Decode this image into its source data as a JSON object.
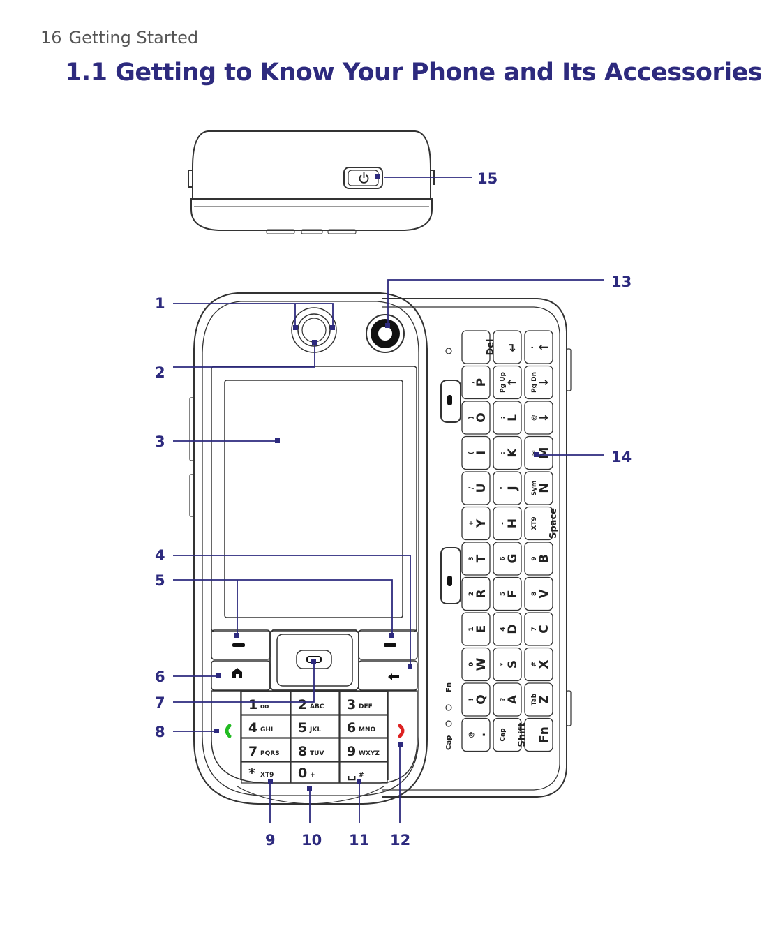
{
  "header": {
    "page_number": "16",
    "section": "Getting Started"
  },
  "title": "1.1 Getting to Know Your Phone and Its Accessories",
  "callouts": [
    "1",
    "2",
    "3",
    "4",
    "5",
    "6",
    "7",
    "8",
    "9",
    "10",
    "11",
    "12",
    "13",
    "14",
    "15"
  ],
  "keypad": {
    "rows": [
      [
        {
          "main": "1",
          "sub": "oo"
        },
        {
          "main": "2",
          "sub": "ABC"
        },
        {
          "main": "3",
          "sub": "DEF"
        }
      ],
      [
        {
          "main": "4",
          "sub": "GHI"
        },
        {
          "main": "5",
          "sub": "JKL"
        },
        {
          "main": "6",
          "sub": "MNO"
        }
      ],
      [
        {
          "main": "7",
          "sub": "PQRS"
        },
        {
          "main": "8",
          "sub": "TUV"
        },
        {
          "main": "9",
          "sub": "WXYZ"
        }
      ],
      [
        {
          "main": "*",
          "sub": "XT9"
        },
        {
          "main": "0",
          "sub": "+"
        },
        {
          "main": "␣",
          "sub": "#"
        }
      ]
    ]
  },
  "qwerty": {
    "col1": [
      {
        "main": "Del",
        "sub": ""
      },
      {
        "main": "P",
        "sub": ","
      },
      {
        "main": "O",
        "sub": ")"
      },
      {
        "main": "I",
        "sub": "("
      },
      {
        "main": "U",
        "sub": "/"
      },
      {
        "main": "Y",
        "sub": "+"
      },
      {
        "main": "T",
        "sub": "3"
      },
      {
        "main": "R",
        "sub": "2"
      },
      {
        "main": "E",
        "sub": "1"
      },
      {
        "main": "W",
        "sub": "0"
      },
      {
        "main": "Q",
        "sub": "!"
      },
      {
        "main": ".",
        "sub": "@"
      }
    ],
    "col2": [
      {
        "main": "↵",
        "sub": ""
      },
      {
        "main": "↑",
        "sub": "Pg Up"
      },
      {
        "main": "L",
        "sub": ";"
      },
      {
        "main": "K",
        "sub": ":"
      },
      {
        "main": "J",
        "sub": "°"
      },
      {
        "main": "H",
        "sub": "-"
      },
      {
        "main": "G",
        "sub": "6"
      },
      {
        "main": "F",
        "sub": "5"
      },
      {
        "main": "D",
        "sub": "4"
      },
      {
        "main": "S",
        "sub": "*"
      },
      {
        "main": "A",
        "sub": "?"
      },
      {
        "main": "Shift",
        "sub": "Cap"
      }
    ],
    "col3": [
      {
        "main": "↑",
        "sub": "'"
      },
      {
        "main": "↓",
        "sub": "Pg Dn"
      },
      {
        "main": "↓",
        "sub": "@"
      },
      {
        "main": "M",
        "sub": "✉"
      },
      {
        "main": "N",
        "sub": "Sym"
      },
      {
        "main": "Space",
        "sub": "XT9"
      },
      {
        "main": "B",
        "sub": "9"
      },
      {
        "main": "V",
        "sub": "8"
      },
      {
        "main": "C",
        "sub": "7"
      },
      {
        "main": "X",
        "sub": "#"
      },
      {
        "main": "Z",
        "sub": "Tab"
      },
      {
        "main": "Fn",
        "sub": ""
      }
    ],
    "indicators": [
      "Fn",
      "Cap"
    ]
  },
  "colors": {
    "callout": "#2d2a7e",
    "green_call": "#22bb22",
    "red_end": "#dd2222"
  }
}
